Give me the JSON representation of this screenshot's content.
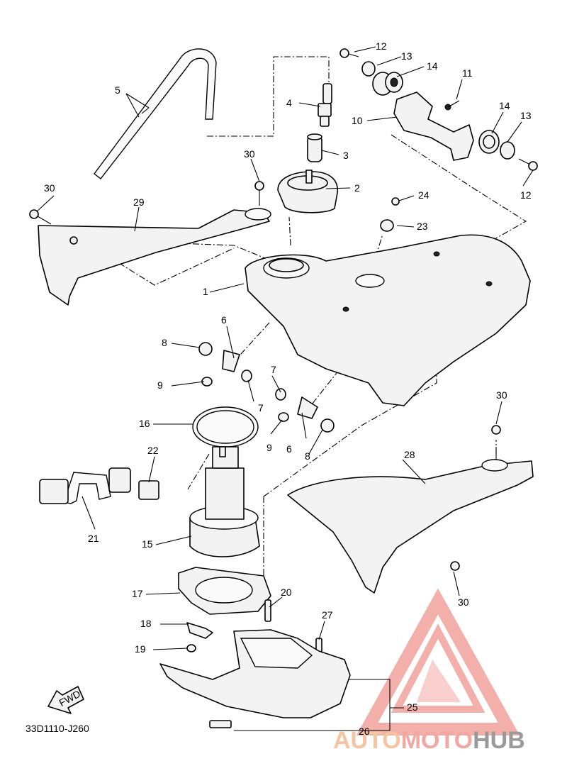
{
  "diagram_code": "33D1110-J260",
  "fwd_label": "FWD",
  "watermark": {
    "part1": "AUTO",
    "part2": "MOTO",
    "part3": "HUB",
    "color_primary": "#f2a7a1",
    "color_secondary": "#f6c4a0",
    "color_hub": "#9a9a9a"
  },
  "callouts": [
    "1",
    "2",
    "3",
    "4",
    "5",
    "6",
    "6",
    "7",
    "7",
    "8",
    "8",
    "9",
    "9",
    "10",
    "11",
    "12",
    "12",
    "13",
    "13",
    "14",
    "14",
    "15",
    "16",
    "17",
    "18",
    "19",
    "20",
    "21",
    "22",
    "23",
    "24",
    "25",
    "26",
    "27",
    "28",
    "29",
    "30",
    "30",
    "30",
    "30"
  ]
}
